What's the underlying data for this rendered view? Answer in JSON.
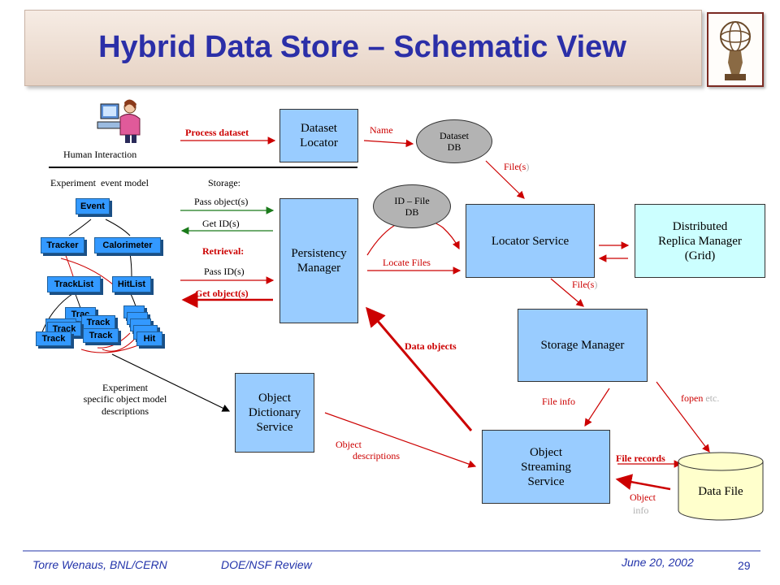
{
  "title": "Hybrid Data Store – Schematic View",
  "footer": {
    "author": "Torre Wenaus, BNL/CERN",
    "venue": "DOE/NSF Review",
    "date": "June 20, 2002",
    "page": "29"
  },
  "left": {
    "human_interaction": "Human Interaction",
    "experiment_event_model": "Experiment  event model",
    "object_model_descriptions": "Experiment\nspecific object model\ndescriptions",
    "event_tree": {
      "event": "Event",
      "tracker": "Tracker",
      "calorimeter": "Calorimeter",
      "tracklist": "TrackList",
      "hitlist": "HitList",
      "track": "Track",
      "track_partial": "Trac",
      "hit": "Hit"
    }
  },
  "boxes": {
    "dataset_locator": "Dataset\nLocator",
    "persistency_manager": "Persistency\nManager",
    "object_dictionary": "Object\nDictionary\nService",
    "locator_service": "Locator Service",
    "replica_manager": "Distributed\nReplica Manager\n(Grid)",
    "storage_manager": "Storage Manager",
    "object_streaming": "Object\nStreaming\nService",
    "data_file": "Data File",
    "dataset_db": "Dataset\nDB",
    "id_file_db": "ID – File\nDB"
  },
  "labels": {
    "process_dataset": "Process dataset",
    "storage": "Storage:",
    "pass_objects": "Pass object(s)",
    "get_ids": "Get ID(s)",
    "retrieval": "Retrieval:",
    "pass_ids": "Pass ID(s)",
    "get_objects": "Get object(s)",
    "name": "Name",
    "files_1": "File(s",
    "files_1_close": ")",
    "locate_files": "Locate Files",
    "files_2": "File(s",
    "files_2_close": ")",
    "data_objects": "Data objects",
    "file_info": "File info",
    "fopen": "fopen",
    "etc": " etc.",
    "object_descriptions": "Object\n       descriptions",
    "file_records": "File records",
    "object_info_1": "Object",
    "object_info_2": "info"
  },
  "colors": {
    "box_blue": "#99ccff",
    "box_cyan": "#ccffff",
    "data_file_yellow": "#ffffcc",
    "arrow_red": "#cc0000",
    "title_blue": "#2b2fa8"
  }
}
